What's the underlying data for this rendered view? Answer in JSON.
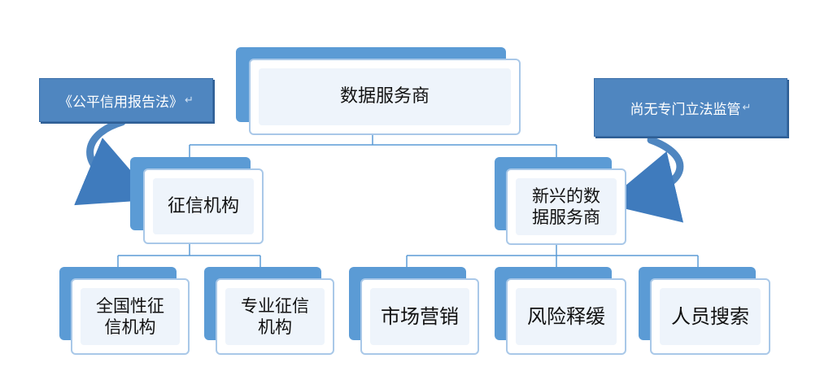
{
  "root": {
    "label": "数据服务商"
  },
  "credit_agency": {
    "label": "征信机构"
  },
  "emerging": {
    "label": "新兴的数\n据服务商"
  },
  "nationwide": {
    "label": "全国性征\n信机构"
  },
  "specialized": {
    "label": "专业征信\n机构"
  },
  "marketing": {
    "label": "市场营销"
  },
  "risk": {
    "label": "风险释缓"
  },
  "people_search": {
    "label": "人员搜索"
  },
  "callout_left": {
    "label": "《公平信用报告法》",
    "mark": "↵"
  },
  "callout_right": {
    "label": "尚无专门立法监管",
    "mark": "↵"
  },
  "colors": {
    "accent": "#5b9bd5",
    "card_border": "#a9c8e8",
    "connector": "#5b9bd5"
  }
}
